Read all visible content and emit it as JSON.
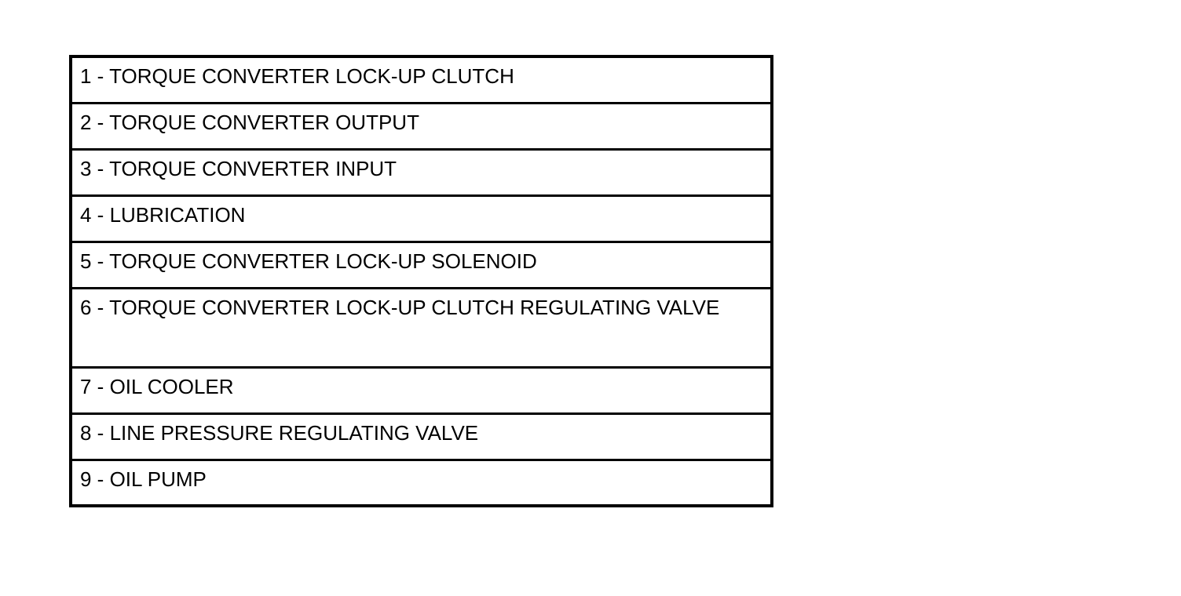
{
  "legend": {
    "items": [
      {
        "label": "1 - TORQUE CONVERTER LOCK-UP CLUTCH"
      },
      {
        "label": "2 - TORQUE CONVERTER OUTPUT"
      },
      {
        "label": "3 - TORQUE CONVERTER INPUT"
      },
      {
        "label": "4 - LUBRICATION"
      },
      {
        "label": "5 - TORQUE CONVERTER LOCK-UP SOLENOID"
      },
      {
        "label": "6 - TORQUE CONVERTER LOCK-UP CLUTCH REGULATING VALVE"
      },
      {
        "label": "7 - OIL COOLER"
      },
      {
        "label": "8 - LINE PRESSURE REGULATING VALVE"
      },
      {
        "label": "9 - OIL PUMP"
      }
    ]
  }
}
